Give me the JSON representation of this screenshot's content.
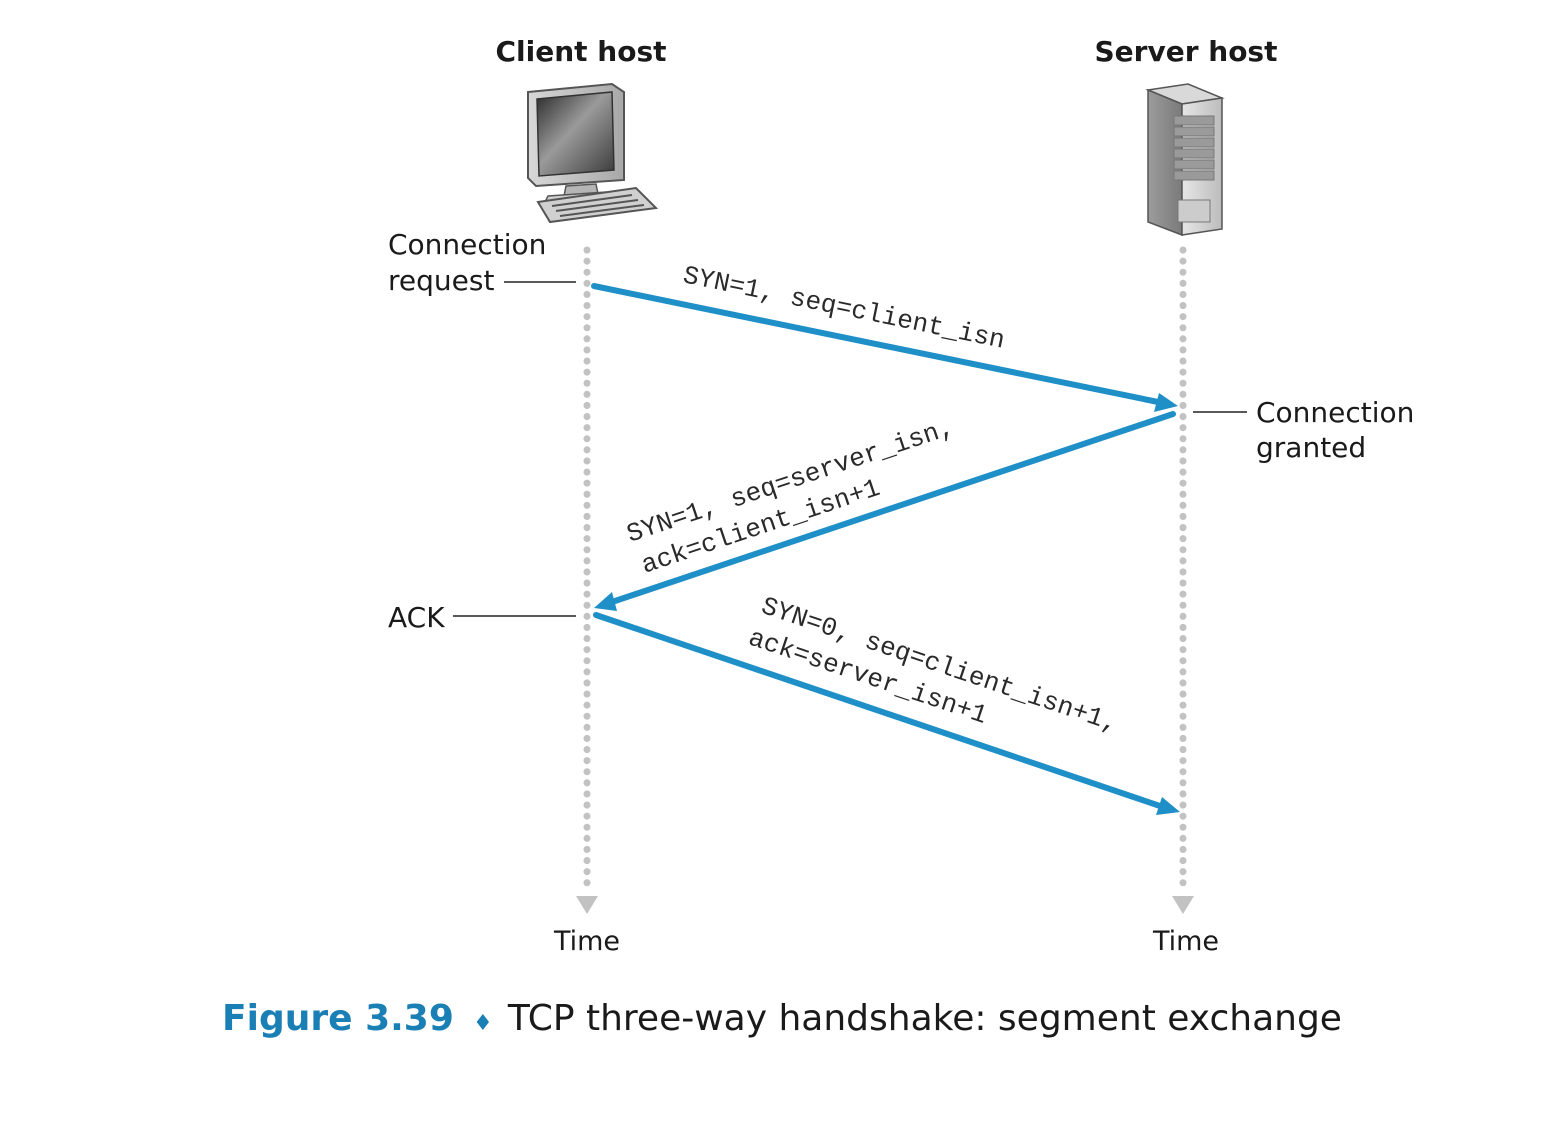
{
  "hosts": {
    "client": {
      "title": "Client host",
      "icon": "desktop-computer-icon"
    },
    "server": {
      "title": "Server host",
      "icon": "server-tower-icon"
    }
  },
  "events": {
    "connection_request": [
      "Connection",
      "request"
    ],
    "connection_granted": [
      "Connection",
      "granted"
    ],
    "ack": "ACK"
  },
  "segments": [
    {
      "lines": [
        "SYN=1, seq=client_isn"
      ]
    },
    {
      "lines": [
        "SYN=1, seq=server_isn,",
        "ack=client_isn+1"
      ]
    },
    {
      "lines": [
        "SYN=0, seq=client_isn+1,",
        "ack=server_isn+1"
      ]
    }
  ],
  "time_labels": {
    "client": "Time",
    "server": "Time"
  },
  "caption": {
    "figure_label": "Figure 3.39",
    "separator": "♦",
    "text": "TCP three-way handshake: segment exchange"
  },
  "colors": {
    "arrow": "#1f8fc7",
    "timeline": "#bfbfbf",
    "figure_label": "#1a7fb5"
  }
}
